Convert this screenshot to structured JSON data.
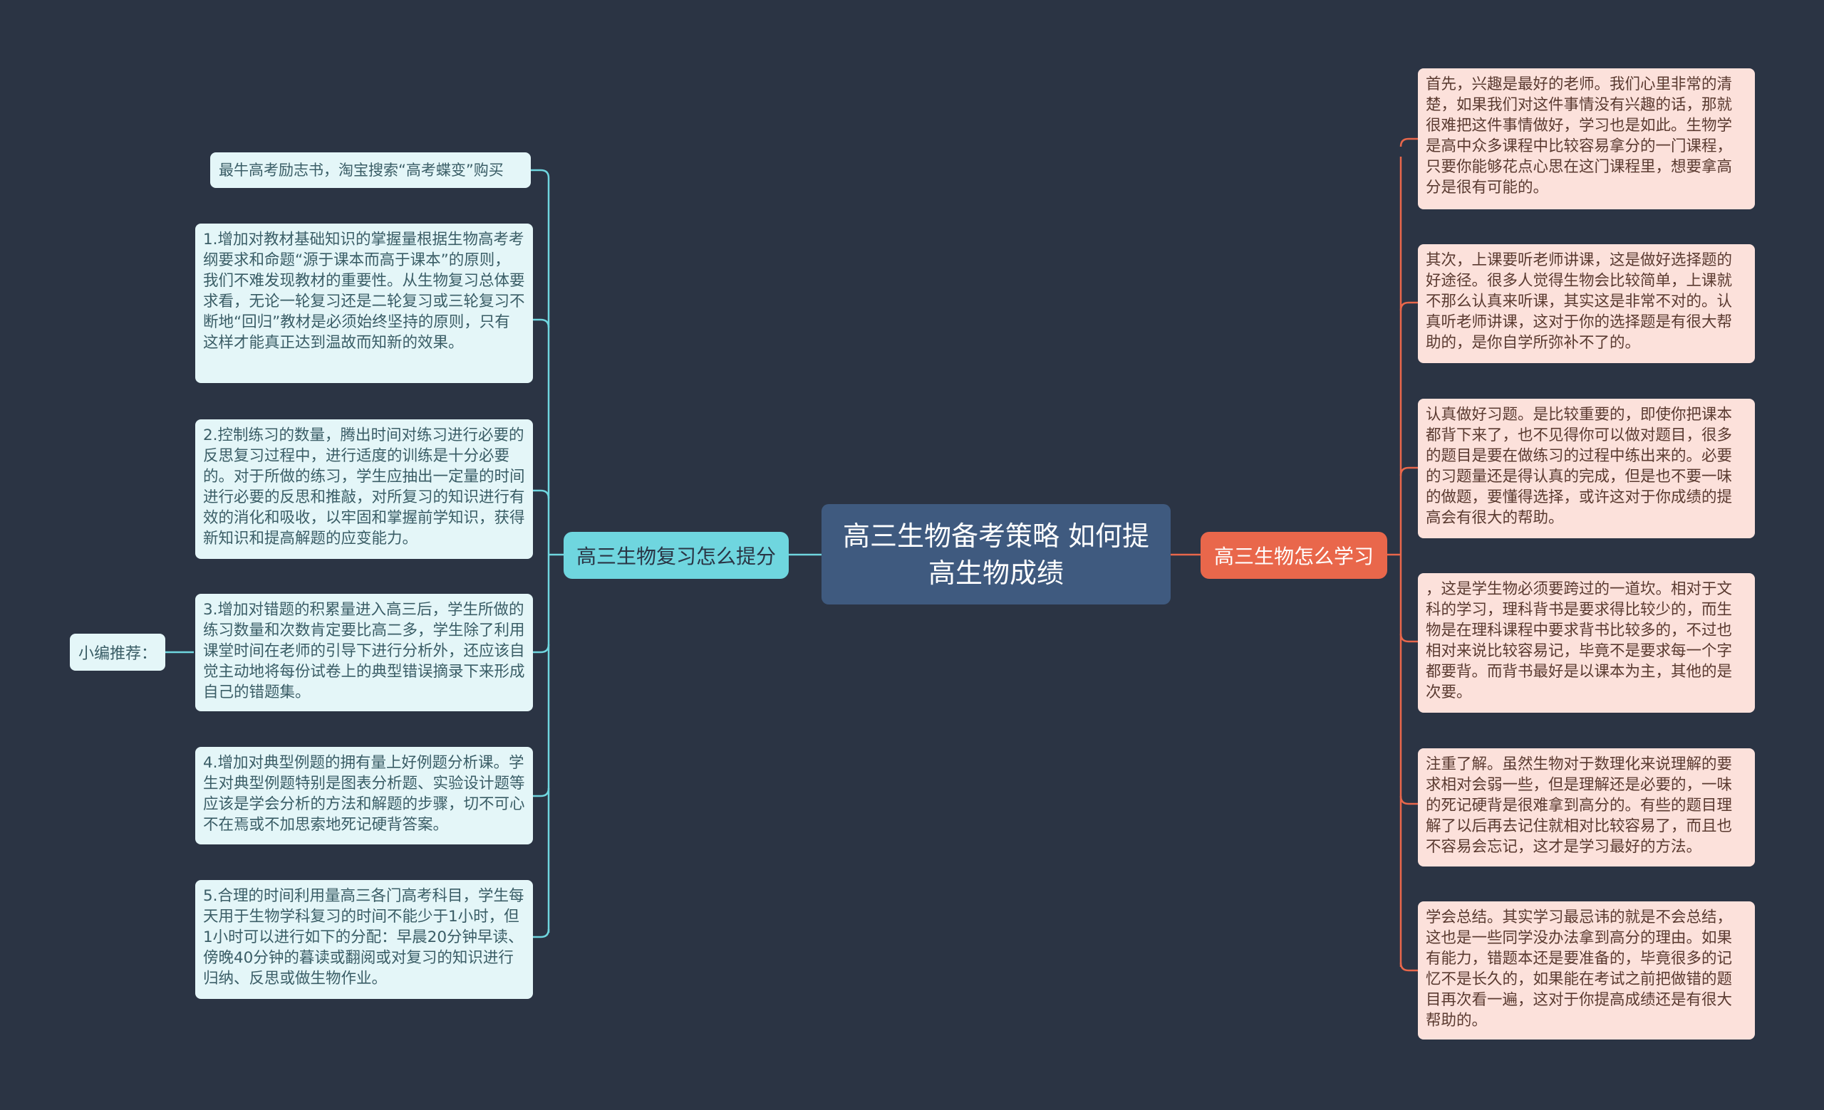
{
  "central_topic": "高三生物备考策略 如何提高生物成绩",
  "left_branch": {
    "label": "高三生物复习怎么提分",
    "items": [
      "最牛高考励志书，淘宝搜索“高考蝶变”购买",
      "1.增加对教材基础知识的掌握量根据生物高考考纲要求和命题“源于课本而高于课本”的原则，我们不难发现教材的重要性。从生物复习总体要求看，无论一轮复习还是二轮复习或三轮复习不断地“回归”教材是必须始终坚持的原则，只有这样才能真正达到温故而知新的效果。",
      "2.控制练习的数量，腾出时间对练习进行必要的反思复习过程中，进行适度的训练是十分必要的。对于所做的练习，学生应抽出一定量的时间进行必要的反思和推敲，对所复习的知识进行有效的消化和吸收，以牢固和掌握前学知识，获得新知识和提高解题的应变能力。",
      "3.增加对错题的积累量进入高三后，学生所做的练习数量和次数肯定要比高二多，学生除了利用课堂时间在老师的引导下进行分析外，还应该自觉主动地将每份试卷上的典型错误摘录下来形成自己的错题集。",
      "4.增加对典型例题的拥有量上好例题分析课。学生对典型例题特别是图表分析题、实验设计题等应该是学会分析的方法和解题的步骤，切不可心不在焉或不加思索地死记硬背答案。",
      "5.合理的时间利用量高三各门高考科目，学生每天用于生物学科复习的时间不能少于1小时，但1小时可以进行如下的分配：早晨20分钟早读、傍晚40分钟的暮读或翻阅或对复习的知识进行归纳、反思或做生物作业。"
    ],
    "recommend_label": "小编推荐："
  },
  "right_branch": {
    "label": "高三生物怎么学习",
    "items": [
      "首先，兴趣是最好的老师。我们心里非常的清楚，如果我们对这件事情没有兴趣的话，那就很难把这件事情做好，学习也是如此。生物学是高中众多课程中比较容易拿分的一门课程，只要你能够花点心思在这门课程里，想要拿高分是很有可能的。",
      "其次，上课要听老师讲课，这是做好选择题的好途径。很多人觉得生物会比较简单，上课就不那么认真来听课，其实这是非常不对的。认真听老师讲课，这对于你的选择题是有很大帮助的，是你自学所弥补不了的。",
      "认真做好习题。是比较重要的，即使你把课本都背下来了，也不见得你可以做对题目，很多的题目是要在做练习的过程中练出来的。必要的习题量还是得认真的完成，但是也不要一味的做题，要懂得选择，或许这对于你成绩的提高会有很大的帮助。",
      "，这是学生物必须要跨过的一道坎。相对于文科的学习，理科背书是要求得比较少的，而生物是在理科课程中要求背书比较多的，不过也相对来说比较容易记，毕竟不是要求每一个字都要背。而背书最好是以课本为主，其他的是次要。",
      "注重了解。虽然生物对于数理化来说理解的要求相对会弱一些，但是理解还是必要的，一味的死记硬背是很难拿到高分的。有些的题目理解了以后再去记住就相对比较容易了，而且也不容易会忘记，这才是学习最好的方法。",
      "学会总结。其实学习最忌讳的就是不会总结，这也是一些同学没办法拿到高分的理由。如果有能力，错题本还是要准备的，毕竟很多的记忆不是长久的，如果能在考试之前把做错的题目再次看一遍，这对于你提高成绩还是有很大帮助的。"
    ]
  },
  "colors": {
    "background": "#2b3444",
    "central": "#3f5a7f",
    "left_branch": "#6fd6df",
    "right_branch": "#e9674b",
    "left_leaf": "#e4f6f8",
    "right_leaf": "#fce1db"
  }
}
